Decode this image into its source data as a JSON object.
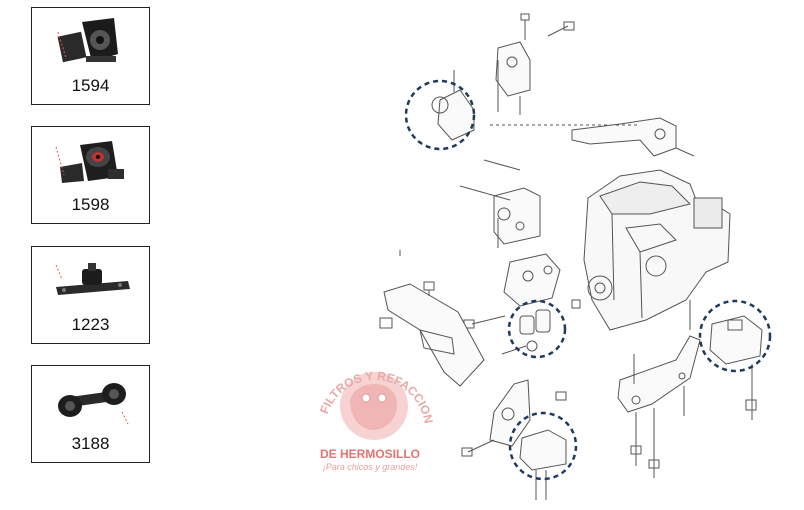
{
  "parts": [
    {
      "code": "1594",
      "icon": "engine-mount-icon"
    },
    {
      "code": "1598",
      "icon": "cylindrical-bushing-mount-icon"
    },
    {
      "code": "1223",
      "icon": "flat-mount-icon"
    },
    {
      "code": "3188",
      "icon": "torque-rod-icon"
    }
  ],
  "watermark": {
    "arc_text": "FILTROS Y REFACCIONES",
    "name": "DE HERMOSILLO",
    "slogan": "¡Para chicos y grandes!",
    "color": "#e24a4a"
  },
  "highlight_color": "#1f3a5f"
}
